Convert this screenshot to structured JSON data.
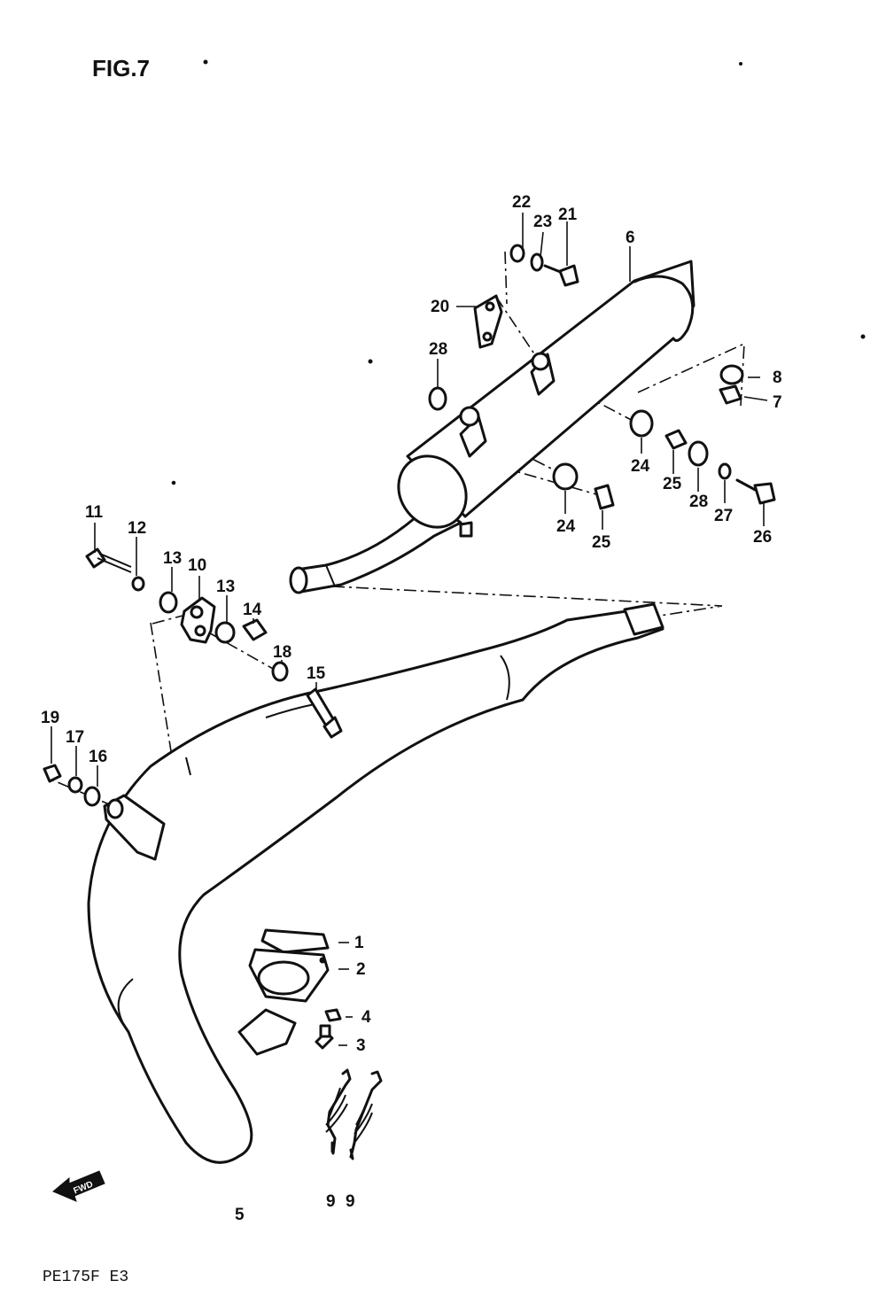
{
  "figure": {
    "title": "FIG.7",
    "footer": "PE175F E3"
  },
  "fwd_arrow": {
    "label": "FWD"
  },
  "callouts": {
    "c1": "1",
    "c2": "2",
    "c3": "3",
    "c4": "4",
    "c5": "5",
    "c6": "6",
    "c7": "7",
    "c8": "8",
    "c9a": "9",
    "c9b": "9",
    "c10": "10",
    "c11": "11",
    "c12": "12",
    "c13a": "13",
    "c13b": "13",
    "c14": "14",
    "c15": "15",
    "c16": "16",
    "c17": "17",
    "c18": "18",
    "c19": "19",
    "c20": "20",
    "c21": "21",
    "c22": "22",
    "c23": "23",
    "c24a": "24",
    "c24b": "24",
    "c25a": "25",
    "c25b": "25",
    "c26": "26",
    "c27": "27",
    "c28a": "28",
    "c28b": "28"
  }
}
